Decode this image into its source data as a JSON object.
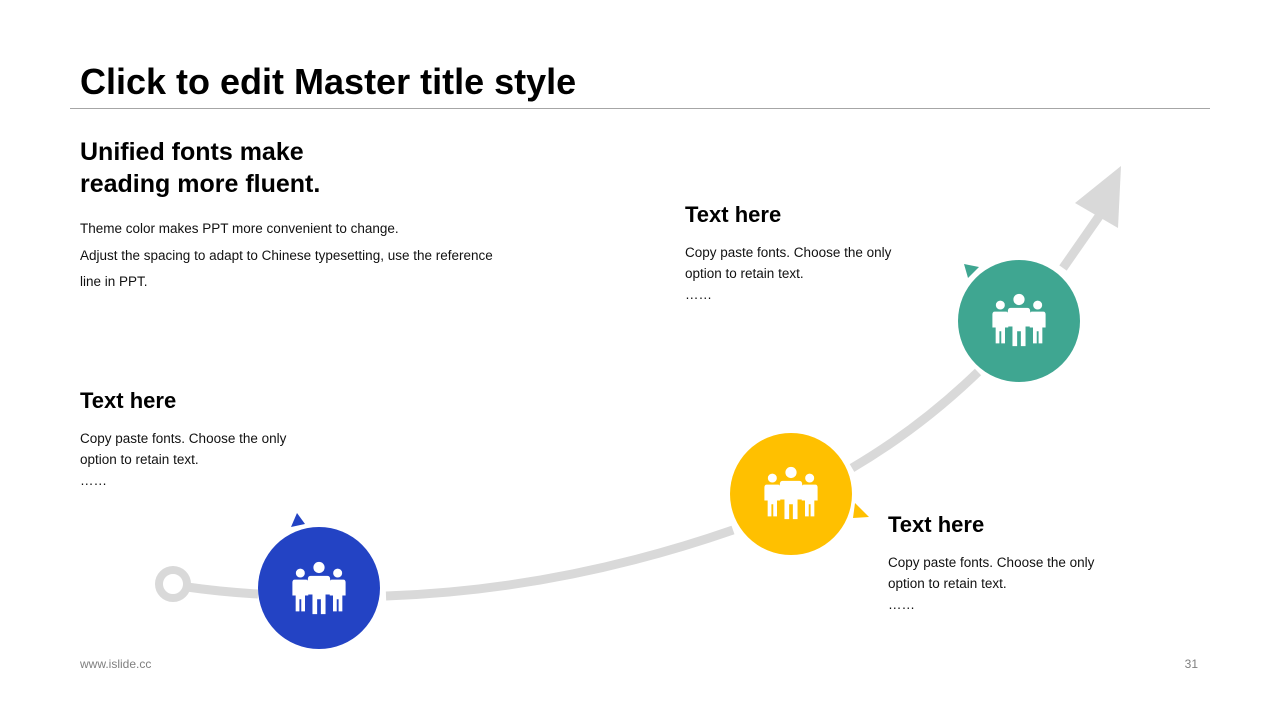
{
  "slide": {
    "title": "Click to edit Master title style",
    "subheading": [
      "Unified fonts make",
      "reading more fluent."
    ],
    "body_lines": [
      "Theme color makes PPT more convenient to change.",
      "Adjust the spacing to adapt to Chinese typesetting, use the reference",
      "line in PPT."
    ]
  },
  "blocks": [
    {
      "heading": "Text here",
      "lines": [
        "Copy paste fonts. Choose the only",
        "option to retain text."
      ],
      "ellipsis": "……"
    },
    {
      "heading": "Text here",
      "lines": [
        "Copy paste fonts. Choose the only",
        "option to retain text."
      ],
      "ellipsis": "……"
    },
    {
      "heading": "Text here",
      "lines": [
        "Copy paste fonts. Choose the only",
        "option to retain text."
      ],
      "ellipsis": "……"
    }
  ],
  "nodes": [
    {
      "icon": "team-icon",
      "color": "#2343c4"
    },
    {
      "icon": "team-icon",
      "color": "#ffc000"
    },
    {
      "icon": "team-icon",
      "color": "#3fa691"
    }
  ],
  "colors": {
    "path": "#d9d9d9",
    "title_rule": "#a6a6a6",
    "footer_text": "#7f7f7f"
  },
  "footer": {
    "website": "www.islide.cc",
    "page_number": "31"
  }
}
